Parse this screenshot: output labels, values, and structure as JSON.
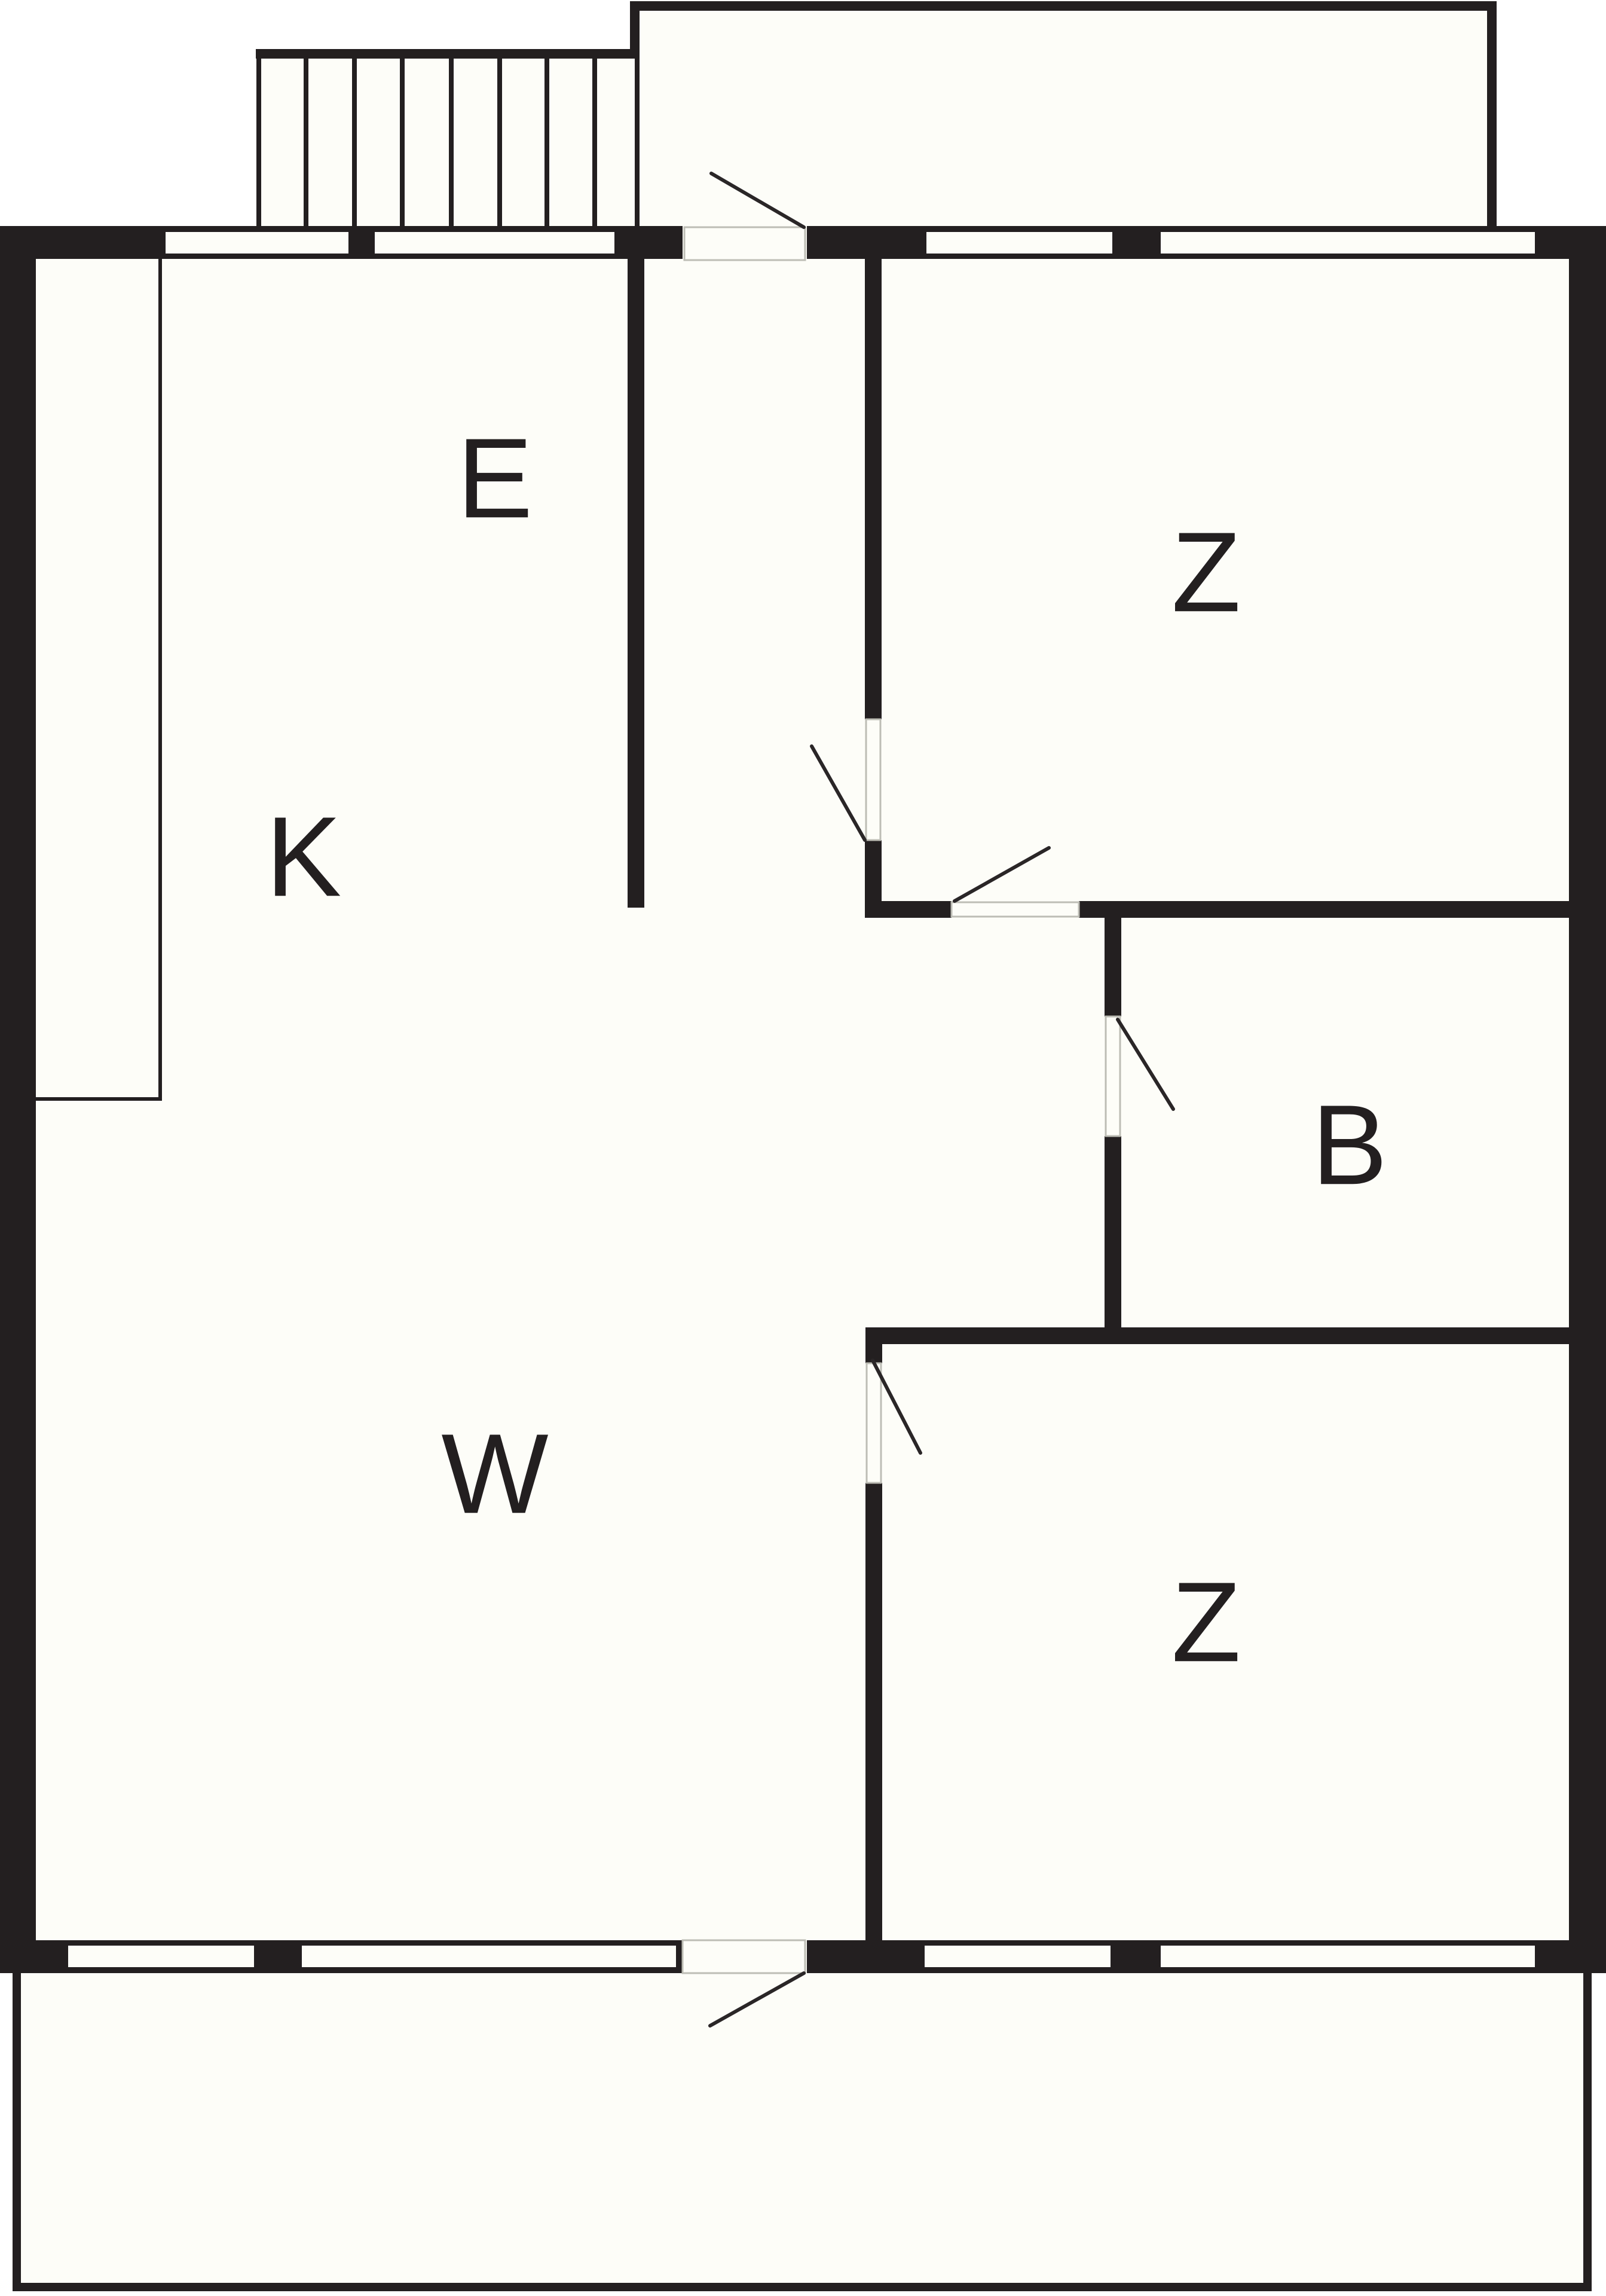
{
  "floorplan": {
    "type": "apartment floor plan",
    "colors": {
      "wall": "#231f20",
      "floor": "#fdfdf8",
      "background": "#ffffff"
    },
    "rooms": [
      {
        "id": "E",
        "label": "E"
      },
      {
        "id": "K",
        "label": "K"
      },
      {
        "id": "W",
        "label": "W"
      },
      {
        "id": "Z1",
        "label": "Z"
      },
      {
        "id": "B",
        "label": "B"
      },
      {
        "id": "Z2",
        "label": "Z"
      }
    ],
    "features": {
      "stairs_steps": 8,
      "top_balcony": "balcony",
      "bottom_balcony": "balcony",
      "kitchen_counter": "counter"
    }
  }
}
